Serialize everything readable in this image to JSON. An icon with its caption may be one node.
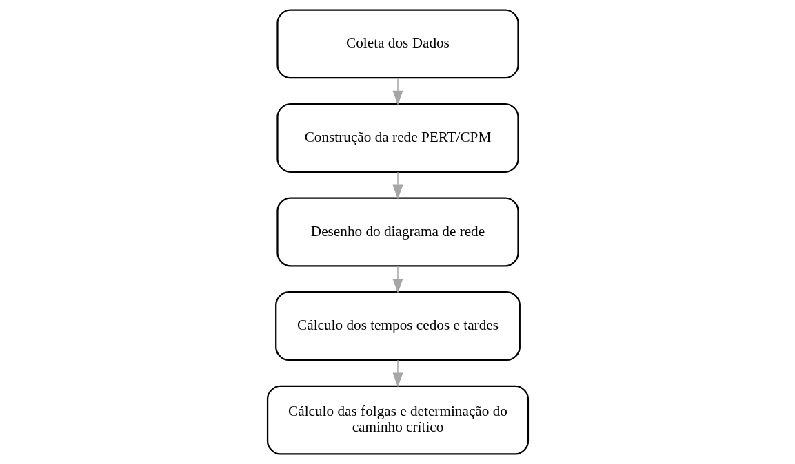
{
  "diagram": {
    "nodes": [
      {
        "text": [
          "Coleta dos Dados"
        ]
      },
      {
        "text": [
          "Construção da rede PERT/CPM"
        ]
      },
      {
        "text": [
          "Desenho do diagrama de rede"
        ]
      },
      {
        "text": [
          "Cálculo dos tempos cedos e tardes"
        ]
      },
      {
        "text": [
          "Cálculo das folgas e determinação do caminho crítico"
        ]
      }
    ],
    "edges": [
      {
        "from": 0,
        "to": 1,
        "arrow": "to"
      },
      {
        "from": 1,
        "to": 2,
        "arrow": "to"
      },
      {
        "from": 2,
        "to": 3,
        "arrow": "to"
      },
      {
        "from": 3,
        "to": 4,
        "arrow": "to"
      }
    ]
  }
}
